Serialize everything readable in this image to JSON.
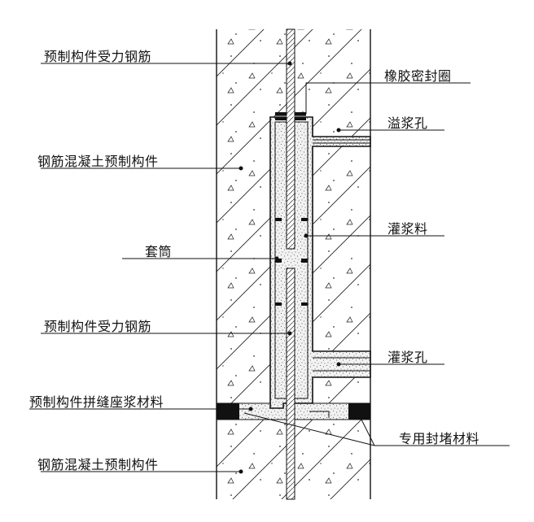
{
  "labels": {
    "rebar_top": "预制构件受力钢筋",
    "component_top": "钢筋混凝土预制构件",
    "sleeve": "套筒",
    "rebar_bottom": "预制构件受力钢筋",
    "seam_mortar": "预制构件拼缝座浆材料",
    "component_bottom": "钢筋混凝土预制构件",
    "rubber_seal": "橡胶密封圈",
    "overflow_hole": "溢浆孔",
    "grout": "灌浆料",
    "grout_hole": "灌浆孔",
    "plug_material": "专用封堵材料"
  },
  "colors": {
    "line": "#111111",
    "background": "#ffffff",
    "grout_fill": "#efefef",
    "plug_fill": "#111111"
  }
}
